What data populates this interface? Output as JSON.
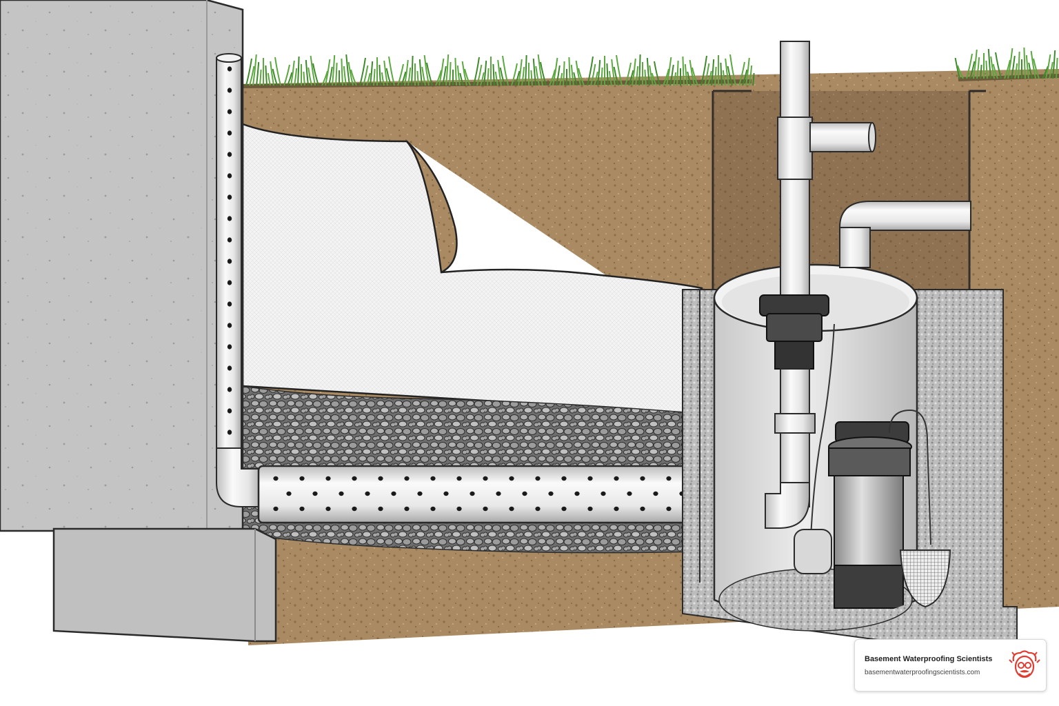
{
  "illustration": {
    "subject": "Interior perimeter drain tile with sump pump basin",
    "colors": {
      "concrete": "#c7c7c7",
      "soil": "#a98a63",
      "grass": "#4f9a35",
      "fabric": "#f4f4f4",
      "gravel": "#8d8d8d",
      "pvc": "#e8e8e8",
      "basin": "#d9d9d9"
    }
  },
  "branding": {
    "name": "Basement Waterproofing Scientists",
    "url": "basementwaterproofingscientists.com",
    "logo_icon": "scientist-face-icon",
    "logo_color": "#e03c31"
  }
}
